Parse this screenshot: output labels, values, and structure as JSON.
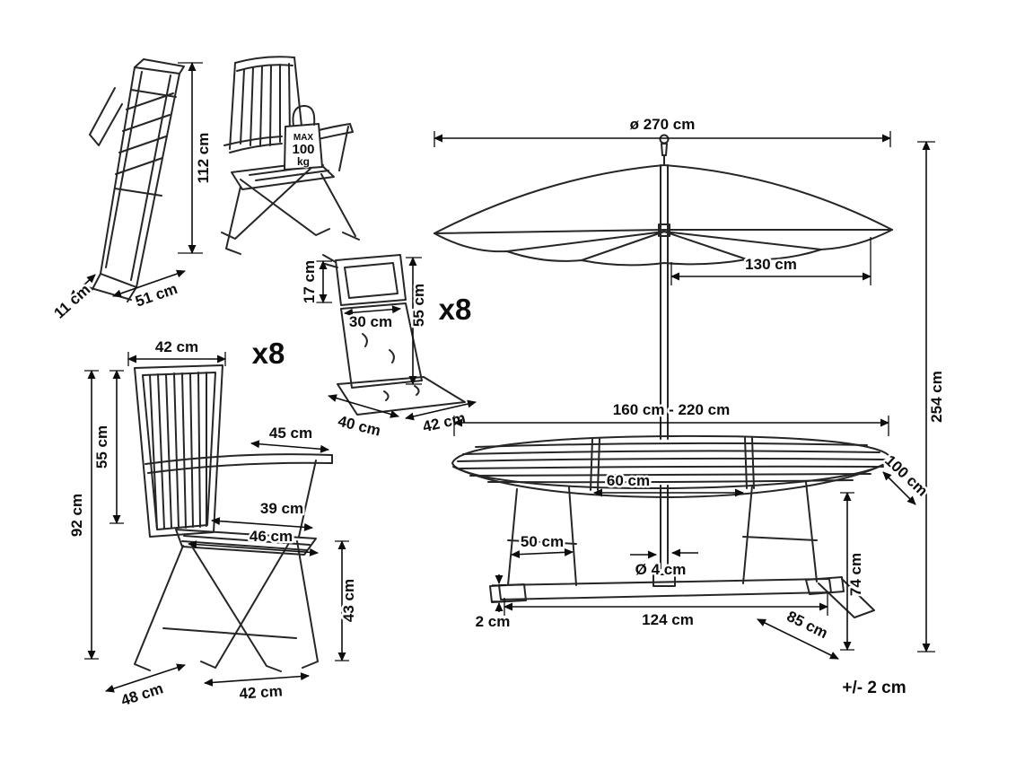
{
  "diagram": {
    "tolerance": "+/- 2 cm",
    "folded_chair": {
      "height": "112 cm",
      "depth": "11 cm",
      "width": "51 cm"
    },
    "max_load_badge": {
      "line1": "MAX",
      "line2": "100",
      "line3": "kg"
    },
    "cushion": {
      "quantity": "x8",
      "headrest_height": "17 cm",
      "headrest_width": "30 cm",
      "back_height": "55 cm",
      "seat_depth": "40 cm",
      "seat_width": "42 cm"
    },
    "chair": {
      "quantity": "x8",
      "back_width": "42 cm",
      "back_height": "55 cm",
      "total_height": "92 cm",
      "arm_length": "45 cm",
      "seat_width": "39 cm",
      "seat_depth_top": "46 cm",
      "seat_height": "43 cm",
      "base_depth": "48 cm",
      "base_width": "42 cm"
    },
    "umbrella": {
      "diameter": "ø 270 cm",
      "radius_arm": "130 cm",
      "height": "254 cm"
    },
    "table": {
      "length_range": "160 cm - 220 cm",
      "leaf_width": "60 cm",
      "width": "100 cm",
      "leg_span": "50 cm",
      "pole_diameter": "Ø 4 cm",
      "base_length": "124 cm",
      "foot_height": "2 cm",
      "base_depth": "85 cm",
      "height": "74 cm"
    }
  }
}
